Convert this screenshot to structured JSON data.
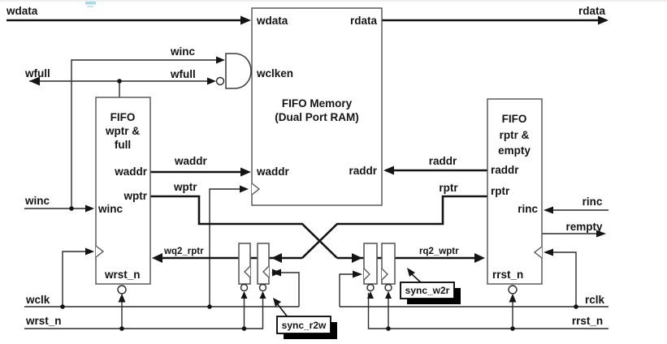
{
  "blocks": {
    "memory": {
      "title": "FIFO Memory",
      "subtitle": "(Dual Port RAM)",
      "ports": {
        "wdata": "wdata",
        "rdata": "rdata",
        "wclken": "wclken",
        "waddr": "waddr",
        "raddr": "raddr"
      }
    },
    "write_pointer": {
      "title_l1": "FIFO",
      "title_l2": "wptr &",
      "title_l3": "full",
      "ports": {
        "waddr": "waddr",
        "wptr": "wptr",
        "winc": "winc",
        "wrst_n": "wrst_n"
      }
    },
    "read_pointer": {
      "title_l1": "FIFO",
      "title_l2": "rptr &",
      "title_l3": "empty",
      "ports": {
        "raddr": "raddr",
        "rptr": "rptr",
        "rinc": "rinc",
        "rrst_n": "rrst_n"
      }
    },
    "sync_r2w": {
      "label": "sync_r2w"
    },
    "sync_w2r": {
      "label": "sync_w2r"
    }
  },
  "signals": {
    "wdata": "wdata",
    "rdata": "rdata",
    "winc_gate": "winc",
    "wfull_gate": "wfull",
    "wfull_out": "wfull",
    "winc_in": "winc",
    "wclk": "wclk",
    "wrst_n": "wrst_n",
    "waddr": "waddr",
    "wptr": "wptr",
    "raddr": "raddr",
    "rptr": "rptr",
    "wq2_rptr": "wq2_rptr",
    "rq2_wptr": "rq2_wptr",
    "rinc": "rinc",
    "rempty": "rempty",
    "rclk": "rclk",
    "rrst_n": "rrst_n"
  },
  "colors": {
    "wire": "#141414",
    "block_stroke": "#4f4f4f",
    "background": "#ffffff",
    "label_shadow": "#000000",
    "artifact": "#a5d8e8"
  }
}
